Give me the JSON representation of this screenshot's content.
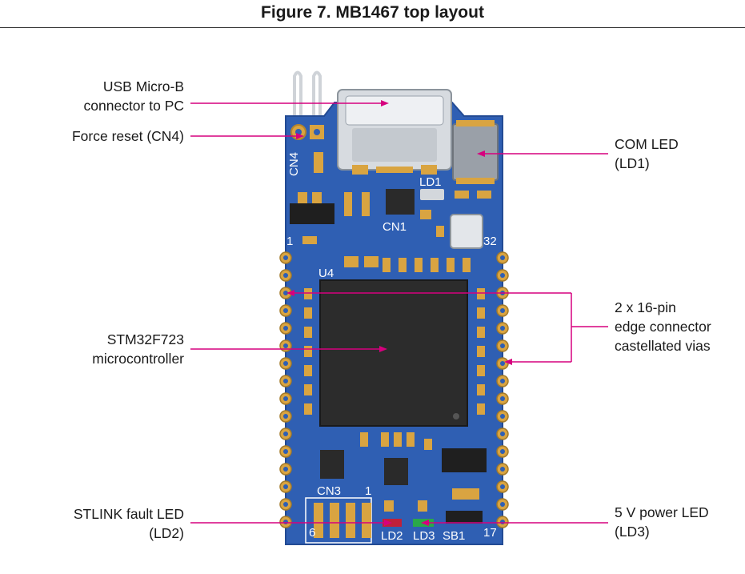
{
  "figure": {
    "title": "Figure 7. MB1467 top layout"
  },
  "colors": {
    "pcb": "#2f5fb3",
    "pcb_dark": "#234b94",
    "pad": "#d9a441",
    "chip": "#2a2a2a",
    "leader": "#d6007e",
    "silk": "#ffffff"
  },
  "labels": {
    "usb": "USB Micro-B\nconnector to PC",
    "force_reset": "Force reset (CN4)",
    "mcu": "STM32F723\nmicrocontroller",
    "stlink_led": "STLINK fault LED\n(LD2)",
    "com_led": "COM LED\n(LD1)",
    "edge_connector": "2 x 16-pin\nedge connector\ncastellated vias",
    "power_led": "5 V power LED\n(LD3)"
  },
  "silkscreen": {
    "cn4": "CN4",
    "ld1": "LD1",
    "cn1": "CN1",
    "pin1": "1",
    "pin32": "32",
    "u4": "U4",
    "cn3": "CN3",
    "cn3_pin1": "1",
    "cn3_pin6": "6",
    "ld2": "LD2",
    "ld3": "LD3",
    "sb1": "SB1",
    "pin17": "17"
  }
}
